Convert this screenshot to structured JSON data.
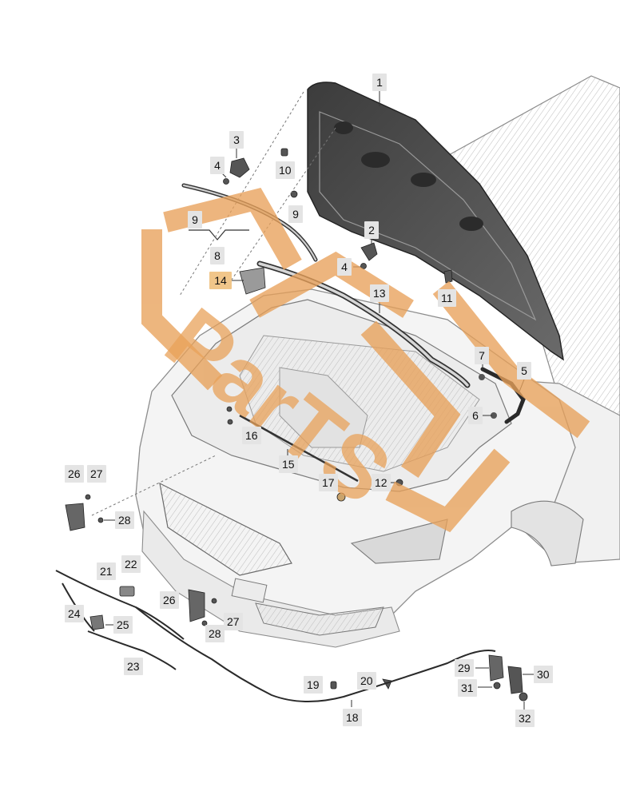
{
  "callouts": [
    {
      "id": "c1",
      "text": "1"
    },
    {
      "id": "c2",
      "text": "2"
    },
    {
      "id": "c3",
      "text": "3"
    },
    {
      "id": "c4a",
      "text": "4"
    },
    {
      "id": "c4b",
      "text": "4"
    },
    {
      "id": "c5",
      "text": "5"
    },
    {
      "id": "c6",
      "text": "6"
    },
    {
      "id": "c7",
      "text": "7"
    },
    {
      "id": "c8",
      "text": "8"
    },
    {
      "id": "c9a",
      "text": "9"
    },
    {
      "id": "c9b",
      "text": "9"
    },
    {
      "id": "c10",
      "text": "10"
    },
    {
      "id": "c11",
      "text": "11"
    },
    {
      "id": "c12",
      "text": "12"
    },
    {
      "id": "c13",
      "text": "13"
    },
    {
      "id": "c14",
      "text": "14"
    },
    {
      "id": "c15",
      "text": "15"
    },
    {
      "id": "c16",
      "text": "16"
    },
    {
      "id": "c17",
      "text": "17"
    },
    {
      "id": "c18",
      "text": "18"
    },
    {
      "id": "c19",
      "text": "19"
    },
    {
      "id": "c20",
      "text": "20"
    },
    {
      "id": "c21",
      "text": "21"
    },
    {
      "id": "c22",
      "text": "22"
    },
    {
      "id": "c23",
      "text": "23"
    },
    {
      "id": "c24",
      "text": "24"
    },
    {
      "id": "c25",
      "text": "25"
    },
    {
      "id": "c26a",
      "text": "26"
    },
    {
      "id": "c26b",
      "text": "26"
    },
    {
      "id": "c27a",
      "text": "27"
    },
    {
      "id": "c27b",
      "text": "27"
    },
    {
      "id": "c28a",
      "text": "28"
    },
    {
      "id": "c28b",
      "text": "28"
    },
    {
      "id": "c29",
      "text": "29"
    },
    {
      "id": "c30",
      "text": "30"
    },
    {
      "id": "c31",
      "text": "31"
    },
    {
      "id": "c32",
      "text": "32"
    }
  ],
  "highlighted_callout": "14",
  "watermark": {
    "text": "ParTS",
    "color": "#e8a15a"
  },
  "colors": {
    "line": "#2a2a2a",
    "car_body": "#f3f3f3",
    "car_edge": "#8c8c8c",
    "hood": "#4a4a4a",
    "label_bg": "#e4e4e4",
    "label_highlight": "#f1c68a"
  }
}
